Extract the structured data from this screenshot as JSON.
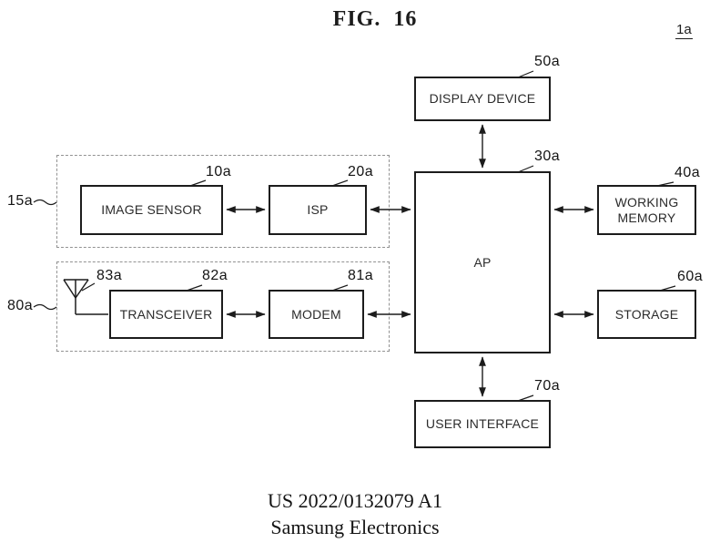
{
  "figure": {
    "title": "FIG.  16",
    "reference": "1a"
  },
  "blocks": {
    "display_device": {
      "label": "DISPLAY DEVICE",
      "ref": "50a"
    },
    "ap": {
      "label": "AP",
      "ref": "30a"
    },
    "working_memory": {
      "label": "WORKING MEMORY",
      "ref": "40a"
    },
    "storage": {
      "label": "STORAGE",
      "ref": "60a"
    },
    "user_interface": {
      "label": "USER INTERFACE",
      "ref": "70a"
    },
    "image_sensor": {
      "label": "IMAGE SENSOR",
      "ref": "10a"
    },
    "isp": {
      "label": "ISP",
      "ref": "20a"
    },
    "transceiver": {
      "label": "TRANSCEIVER",
      "ref": "82a"
    },
    "modem": {
      "label": "MODEM",
      "ref": "81a"
    },
    "antenna": {
      "ref": "83a"
    }
  },
  "groups": {
    "imaging": {
      "ref": "15a"
    },
    "communication": {
      "ref": "80a"
    }
  },
  "footer": {
    "publication_number": "US 2022/0132079 A1",
    "assignee": "Samsung Electronics"
  },
  "colors": {
    "line": "#1c1c1c",
    "group_dash": "#929292",
    "background": "#ffffff"
  }
}
